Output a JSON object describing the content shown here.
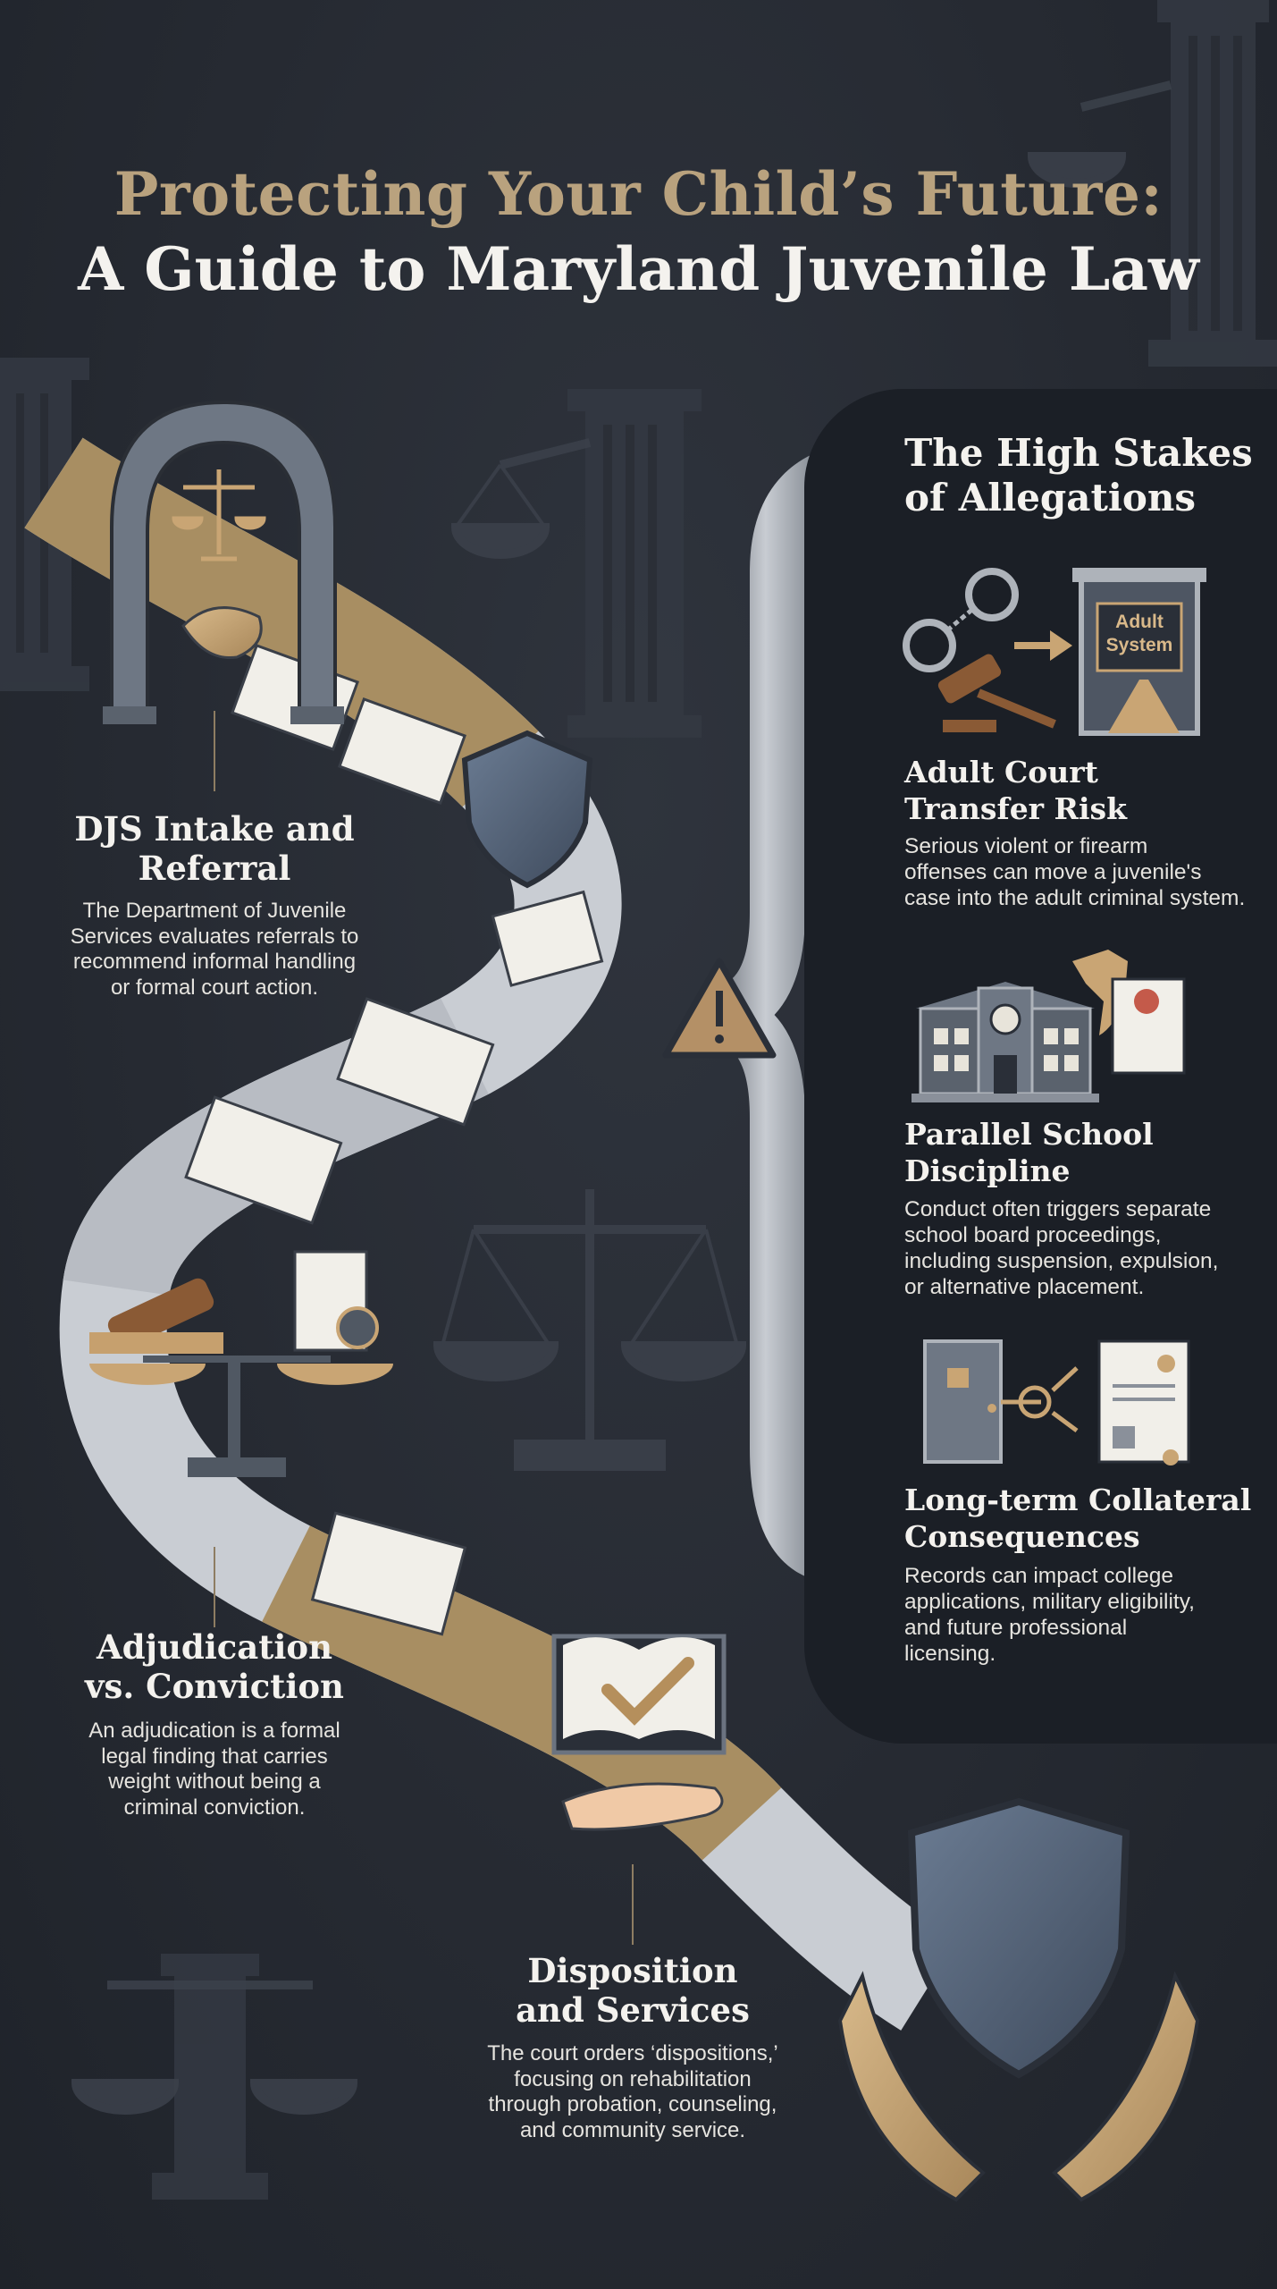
{
  "title": {
    "line1": "Protecting Your Child’s Future:",
    "line2": "A Guide to Maryland Juvenile Law"
  },
  "colors": {
    "background": "#262a32",
    "panel": "#1b1f26",
    "accent_gold": "#b9a27e",
    "path_gray": "#c9cdd3",
    "path_gold": "#a88e62",
    "text_light": "#f4f2ee"
  },
  "stages": [
    {
      "heading_lines": [
        "DJS Intake and",
        "Referral"
      ],
      "body_lines": [
        "The Department of Juvenile",
        "Services evaluates referrals to",
        "recommend informal handling",
        "or formal court action."
      ],
      "icon": "courthouse-arch-handshake-icon"
    },
    {
      "heading_lines": [
        "Adjudication",
        "vs. Conviction"
      ],
      "body_lines": [
        "An adjudication is a formal",
        "legal finding that carries",
        "weight without being a",
        "criminal conviction."
      ],
      "icon": "gavel-scale-icon"
    },
    {
      "heading_lines": [
        "Disposition",
        "and Services"
      ],
      "body_lines": [
        "The court orders ‘dispositions,’",
        "focusing on rehabilitation",
        "through probation, counseling,",
        "and community service."
      ],
      "icon": "open-book-hand-icon"
    }
  ],
  "stakes": {
    "title_lines": [
      "The High Stakes",
      "of Allegations"
    ],
    "items": [
      {
        "heading_lines": [
          "Adult Court",
          "Transfer Risk"
        ],
        "body_lines": [
          "Serious violent or firearm",
          "offenses can move a juvenile's",
          "case into the adult criminal system."
        ],
        "icon": "handcuffs-gavel-arrow-icon",
        "sign_lines": [
          "Adult",
          "System"
        ]
      },
      {
        "heading_lines": [
          "Parallel School",
          "Discipline"
        ],
        "body_lines": [
          "Conduct often triggers separate",
          "school board proceedings,",
          "including suspension, expulsion,",
          "or alternative placement."
        ],
        "icon": "school-broken-shield-icon"
      },
      {
        "heading_lines": [
          "Long-term Collateral",
          "Consequences"
        ],
        "body_lines": [
          "Records can impact college",
          "applications, military eligibility,",
          "and future professional",
          "licensing."
        ],
        "icon": "locked-door-certificate-icon"
      }
    ]
  }
}
